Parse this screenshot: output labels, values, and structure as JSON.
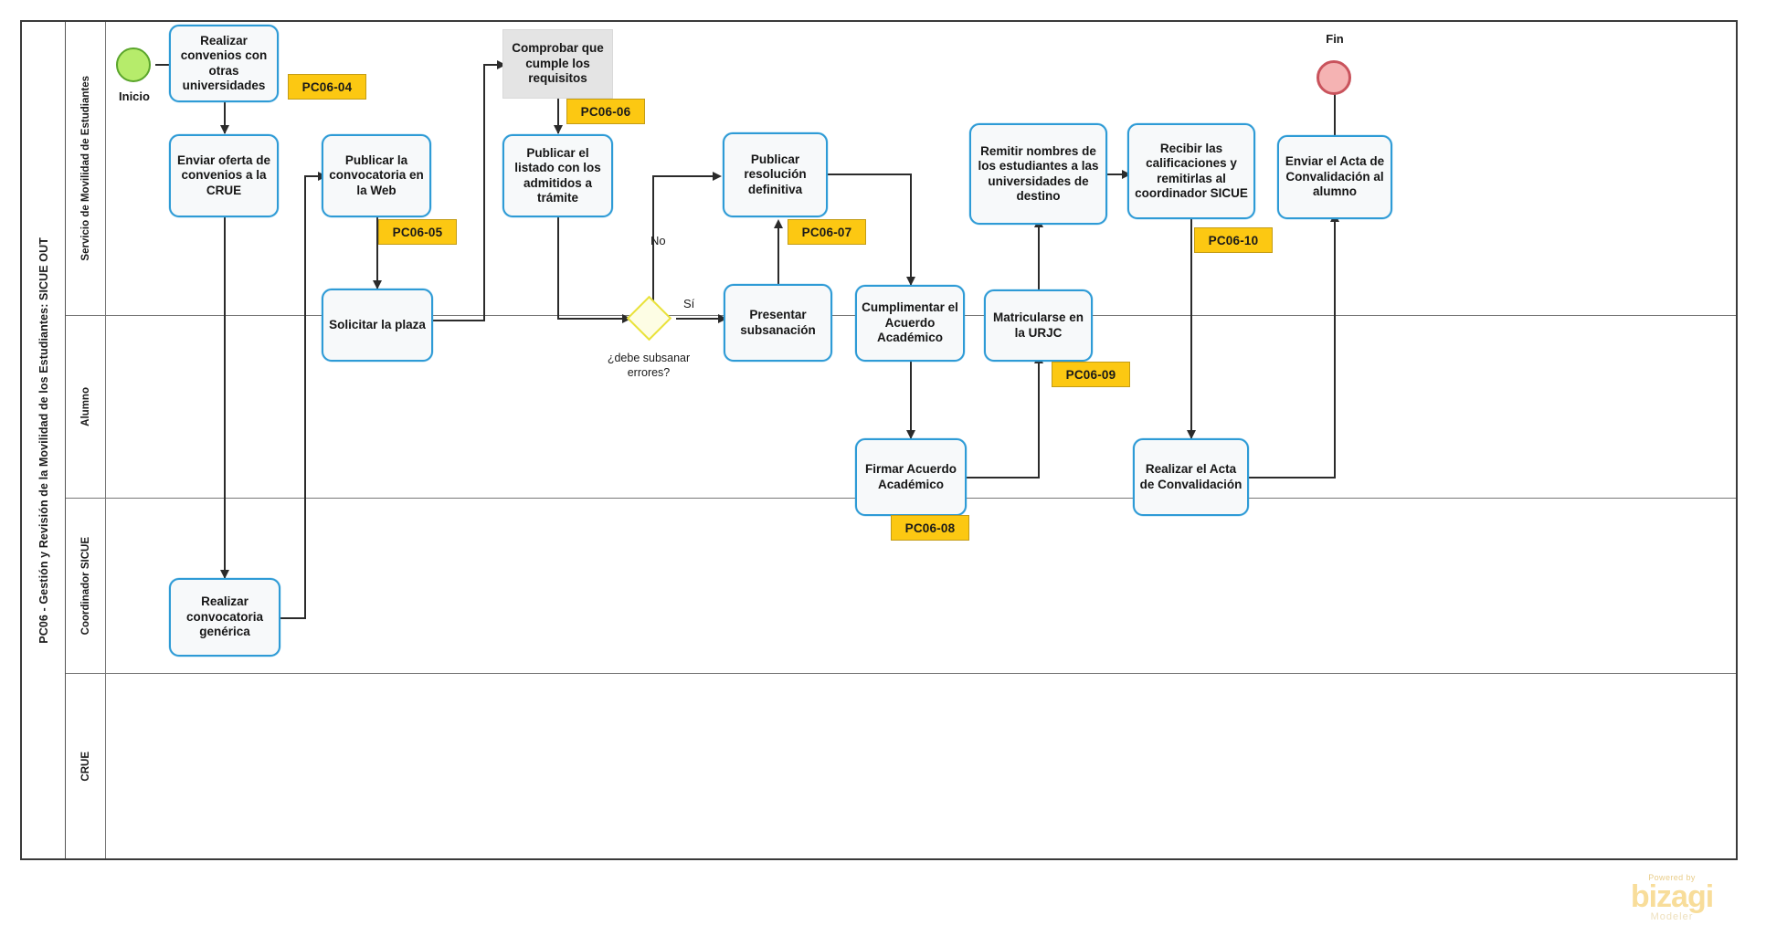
{
  "pool": {
    "title": "PC06 - Gestión y Revisión de la Movilidad de los Estudiantes: SICUE OUT"
  },
  "lanes": [
    {
      "name": "lane-servicio-movilidad",
      "label": "Servicio de Movilidad de Estudiantes"
    },
    {
      "name": "lane-alumno",
      "label": "Alumno"
    },
    {
      "name": "lane-coordinador-sicue",
      "label": "Coordinador SICUE"
    },
    {
      "name": "lane-crue",
      "label": "CRUE"
    }
  ],
  "events": [
    {
      "name": "start-event-inicio",
      "type": "start",
      "label": "Inicio"
    },
    {
      "name": "end-event-fin",
      "type": "end",
      "label": "Fin"
    }
  ],
  "tasks": [
    {
      "name": "task-realizar-convenios",
      "label": "Realizar convenios con otras universidades",
      "lane": "Servicio de Movilidad de Estudiantes",
      "style": "default"
    },
    {
      "name": "task-enviar-oferta-crue",
      "label": "Enviar oferta de convenios a la CRUE",
      "lane": "Servicio de Movilidad de Estudiantes",
      "style": "default"
    },
    {
      "name": "task-publicar-convocatoria",
      "label": "Publicar la convocatoria en la Web",
      "lane": "Servicio de Movilidad de Estudiantes",
      "style": "default"
    },
    {
      "name": "task-comprobar-requisitos",
      "label": "Comprobar que cumple los requisitos",
      "lane": "Servicio de Movilidad de Estudiantes",
      "style": "gray"
    },
    {
      "name": "task-publicar-listado",
      "label": "Publicar el listado con los admitidos a trámite",
      "lane": "Servicio de Movilidad de Estudiantes",
      "style": "default"
    },
    {
      "name": "task-publicar-resolucion",
      "label": "Publicar resolución definitiva",
      "lane": "Servicio de Movilidad de Estudiantes",
      "style": "default"
    },
    {
      "name": "task-remitir-nombres",
      "label": "Remitir nombres de los estudiantes a las universidades de destino",
      "lane": "Servicio de Movilidad de Estudiantes",
      "style": "default"
    },
    {
      "name": "task-recibir-calificaciones",
      "label": "Recibir las calificaciones y remitirlas al coordinador SICUE",
      "lane": "Servicio de Movilidad de Estudiantes",
      "style": "default"
    },
    {
      "name": "task-enviar-acta",
      "label": "Enviar el Acta de Convalidación al alumno",
      "lane": "Servicio de Movilidad de Estudiantes",
      "style": "default"
    },
    {
      "name": "task-solicitar-plaza",
      "label": "Solicitar la plaza",
      "lane": "Alumno",
      "style": "default"
    },
    {
      "name": "task-presentar-subsanacion",
      "label": "Presentar subsanación",
      "lane": "Alumno",
      "style": "default"
    },
    {
      "name": "task-cumplimentar-acuerdo",
      "label": "Cumplimentar el Acuerdo Académico",
      "lane": "Alumno",
      "style": "default"
    },
    {
      "name": "task-matricularse-urjc",
      "label": "Matricularse en la URJC",
      "lane": "Alumno",
      "style": "default"
    },
    {
      "name": "task-firmar-acuerdo",
      "label": "Firmar Acuerdo Académico",
      "lane": "Coordinador SICUE",
      "style": "default"
    },
    {
      "name": "task-realizar-acta",
      "label": "Realizar el Acta de Convalidación",
      "lane": "Coordinador SICUE",
      "style": "default"
    },
    {
      "name": "task-realizar-convocatoria",
      "label": "Realizar convocatoria genérica",
      "lane": "CRUE",
      "style": "default"
    }
  ],
  "gateway": {
    "name": "gateway-subsanar-errores",
    "label": "¿debe subsanar errores?"
  },
  "flow_labels": [
    {
      "name": "flow-label-no",
      "text": "No"
    },
    {
      "name": "flow-label-si",
      "text": "Sí"
    }
  ],
  "badges": [
    {
      "name": "badge-pc06-04",
      "text": "PC06-04"
    },
    {
      "name": "badge-pc06-05",
      "text": "PC06-05"
    },
    {
      "name": "badge-pc06-06",
      "text": "PC06-06"
    },
    {
      "name": "badge-pc06-07",
      "text": "PC06-07"
    },
    {
      "name": "badge-pc06-08",
      "text": "PC06-08"
    },
    {
      "name": "badge-pc06-09",
      "text": "PC06-09"
    },
    {
      "name": "badge-pc06-10",
      "text": "PC06-10"
    }
  ],
  "watermark": {
    "powered_by": "Powered by",
    "brand": "bizagi",
    "product": "Modeler"
  },
  "colors": {
    "task_border": "#2e9bd6",
    "task_fill": "#f7f9fa",
    "gray_task_fill": "#e4e4e4",
    "badge_fill": "#fcc812",
    "start_fill": "#b6ec6b",
    "start_border": "#5aa52b",
    "end_fill": "#f5b3b3",
    "end_border": "#c9535c",
    "gateway_fill": "#fdfde4",
    "gateway_border": "#e9e23a",
    "connector": "#2b2b2b"
  }
}
